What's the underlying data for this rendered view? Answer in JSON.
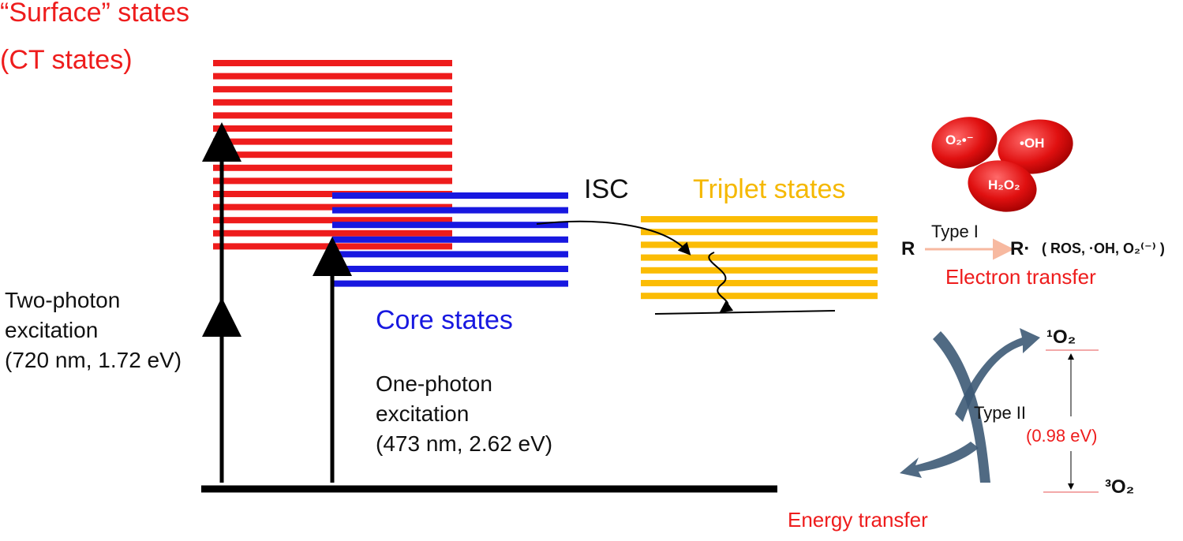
{
  "surface_label_line1": "“Surface” states",
  "surface_label_line2": "(CT states)",
  "core_label": "Core states",
  "triplet_label": "Triplet states",
  "isc_label": "ISC",
  "two_photon": {
    "line1": "Two-photon",
    "line2": "excitation",
    "line3": "(720 nm, 1.72 eV)"
  },
  "one_photon": {
    "line1": "One-photon",
    "line2": "excitation",
    "line3": "(473 nm, 2.62 eV)"
  },
  "ros_bubbles": {
    "superoxide": "O₂•⁻",
    "hydroxyl": "•OH",
    "peroxide": "H₂O₂"
  },
  "type1": {
    "reactant": "R",
    "label": "Type I",
    "product": "R·",
    "species": "( ROS, ·OH, O₂⁽⁻⁾ )",
    "mechanism": "Electron transfer"
  },
  "type2": {
    "label": "Type II",
    "singlet_oxygen": "¹O₂",
    "triplet_oxygen": "³O₂",
    "gap": "(0.98 eV)",
    "mechanism": "Energy transfer"
  },
  "colors": {
    "surface": "#ee1c1c",
    "core": "#1818e0",
    "triplet": "#fbbc04",
    "arrow": "#000000",
    "type2_arrow": "#3d5a75",
    "type1_arrow": "#f7b9a0"
  },
  "levels": {
    "surface_count": 15,
    "core_count": 7,
    "triplet_count": 7
  }
}
